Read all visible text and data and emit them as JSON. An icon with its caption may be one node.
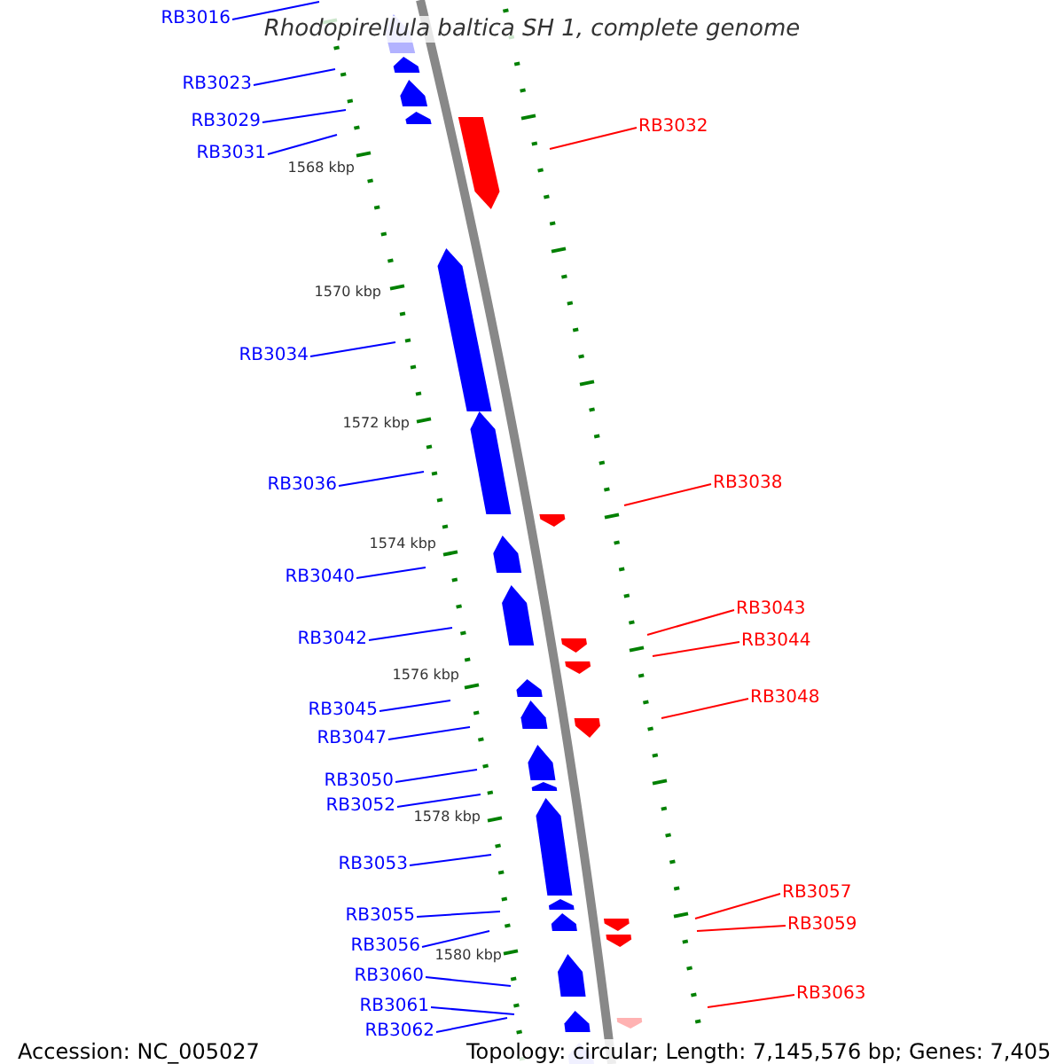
{
  "diagram": {
    "title": "Rhodopirellula baltica SH 1, complete genome",
    "nodes": [
      {
        "text": [
          "RB3016"
        ]
      },
      {
        "text": [
          "RB3023"
        ]
      },
      {
        "text": [
          "RB3029"
        ]
      },
      {
        "text": [
          "RB3032"
        ]
      },
      {
        "text": [
          "RB3031"
        ]
      },
      {
        "text": [
          "RB3034"
        ]
      },
      {
        "text": [
          "RB3036"
        ]
      },
      {
        "text": [
          "RB3038"
        ]
      },
      {
        "text": [
          "RB3040"
        ]
      },
      {
        "text": [
          "RB3043"
        ]
      },
      {
        "text": [
          "RB3042"
        ]
      },
      {
        "text": [
          "RB3044"
        ]
      },
      {
        "text": [
          "RB3048"
        ]
      },
      {
        "text": [
          "RB3045"
        ]
      },
      {
        "text": [
          "RB3047"
        ]
      },
      {
        "text": [
          "RB3050"
        ]
      },
      {
        "text": [
          "RB3052"
        ]
      },
      {
        "text": [
          "RB3053"
        ]
      },
      {
        "text": [
          "RB3057"
        ]
      },
      {
        "text": [
          "RB3055"
        ]
      },
      {
        "text": [
          "RB3059"
        ]
      },
      {
        "text": [
          "RB3056"
        ]
      },
      {
        "text": [
          "RB3060"
        ]
      },
      {
        "text": [
          "RB3063"
        ]
      },
      {
        "text": [
          "RB3061"
        ]
      },
      {
        "text": [
          "RB3062"
        ]
      }
    ],
    "edges": [
      {
        "from": 0,
        "to": null,
        "arrow": "none"
      },
      {
        "from": 1,
        "to": null,
        "arrow": "none"
      },
      {
        "from": 2,
        "to": null,
        "arrow": "none"
      },
      {
        "from": 3,
        "to": null,
        "arrow": "none",
        "color": "#ff0000"
      },
      {
        "from": 4,
        "to": null,
        "arrow": "none"
      },
      {
        "from": 5,
        "to": null,
        "arrow": "none"
      },
      {
        "from": 6,
        "to": null,
        "arrow": "none"
      },
      {
        "from": 7,
        "to": null,
        "arrow": "none",
        "color": "#ff0000"
      },
      {
        "from": 8,
        "to": null,
        "arrow": "none"
      },
      {
        "from": 9,
        "to": null,
        "arrow": "none",
        "color": "#ff0000"
      },
      {
        "from": 10,
        "to": null,
        "arrow": "none"
      },
      {
        "from": 11,
        "to": null,
        "arrow": "none",
        "color": "#ff0000"
      },
      {
        "from": 12,
        "to": null,
        "arrow": "none",
        "color": "#ff0000"
      },
      {
        "from": 13,
        "to": null,
        "arrow": "none"
      },
      {
        "from": 14,
        "to": null,
        "arrow": "none"
      },
      {
        "from": 15,
        "to": null,
        "arrow": "none"
      },
      {
        "from": 16,
        "to": null,
        "arrow": "none"
      },
      {
        "from": 17,
        "to": null,
        "arrow": "none"
      },
      {
        "from": 18,
        "to": null,
        "arrow": "none",
        "color": "#ff0000"
      },
      {
        "from": 19,
        "to": null,
        "arrow": "none"
      },
      {
        "from": 20,
        "to": null,
        "arrow": "none",
        "color": "#ff0000"
      },
      {
        "from": 21,
        "to": null,
        "arrow": "none"
      },
      {
        "from": 22,
        "to": null,
        "arrow": "none"
      },
      {
        "from": 23,
        "to": null,
        "arrow": "none",
        "color": "#ff0000"
      },
      {
        "from": 24,
        "to": null,
        "arrow": "none"
      },
      {
        "from": 25,
        "to": null,
        "arrow": "none"
      }
    ],
    "labels": [
      "1568 kbp",
      "1570 kbp",
      "1572 kbp",
      "1574 kbp",
      "1576 kbp",
      "1578 kbp",
      "1580 kbp",
      "Accession: NC_005027",
      "Topology: circular; Length: 7,145,576 bp; Genes: 7,405"
    ]
  }
}
